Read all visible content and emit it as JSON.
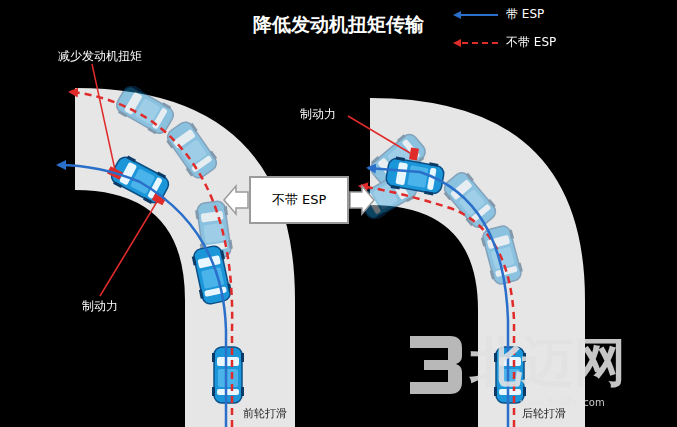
{
  "diagram": {
    "title": "降低发动机扭矩传输",
    "nodes": [
      {
        "text": [
          "不带 ESP"
        ]
      }
    ],
    "labels": [
      "减少发动机扭矩",
      "制动力",
      "制动力",
      "前轮打滑",
      "后轮打滑",
      "北迈网",
      "www.BeiMai.com"
    ],
    "legend": [
      {
        "text": "带 ESP"
      },
      {
        "text": "不带 ESP"
      }
    ]
  }
}
